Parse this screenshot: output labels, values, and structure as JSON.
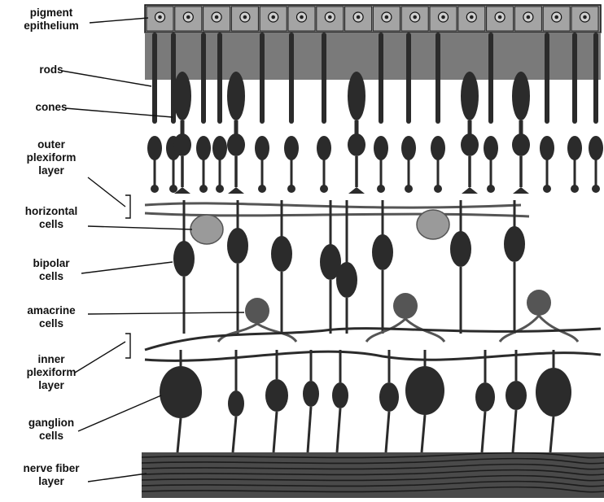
{
  "labels": {
    "pigment_epithelium": "pigment\nepithelium",
    "rods": "rods",
    "cones": "cones",
    "outer_plexiform_layer": "outer\nplexiform\nlayer",
    "horizontal_cells": "horizontal\ncells",
    "bipolar_cells": "bipolar\ncells",
    "amacrine_cells": "amacrine\ncells",
    "inner_plexiform_layer": "inner\nplexiform\nlayer",
    "ganglion_cells": "ganglion\ncells",
    "nerve_fiber_layer": "nerve fiber\nlayer"
  },
  "colors": {
    "epithelium": "#8f8f8f",
    "outer_segments_band": "#7a7a7a",
    "cell_dark": "#2b2b2b",
    "cell_mid": "#555555",
    "cell_light": "#9a9a9a",
    "fiber_band": "#4a4a4a",
    "line": "#111111"
  }
}
